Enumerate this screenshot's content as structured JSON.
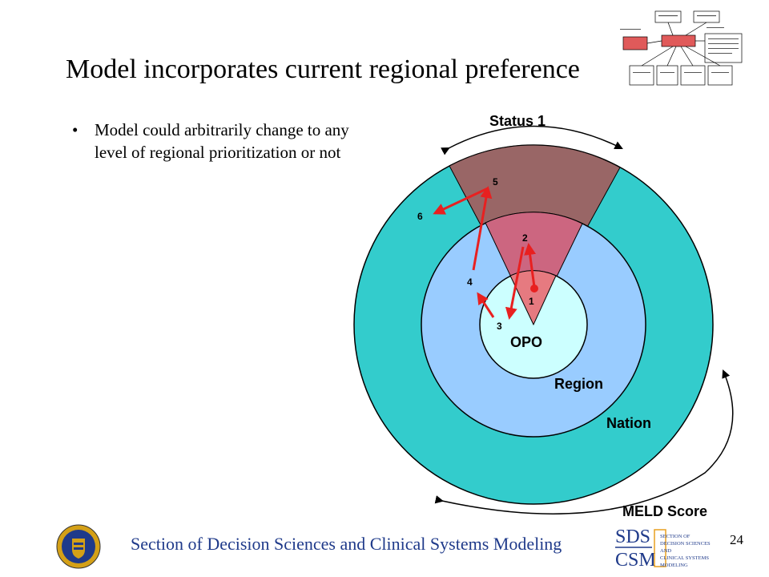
{
  "slide": {
    "title": "Model incorporates current regional preference",
    "bullet_marker": "•",
    "bullet": "Model could arbitrarily change to any level of regional prioritization or not",
    "footer": "Section of Decision Sciences and Clinical Systems Modeling",
    "page_number": "24"
  },
  "diagram": {
    "labels": {
      "status1": "Status 1",
      "opo": "OPO",
      "region": "Region",
      "nation": "Nation",
      "meld": "MELD Score"
    },
    "steps": [
      "1",
      "2",
      "3",
      "4",
      "5",
      "6"
    ],
    "colors": {
      "nation": "#33cccc",
      "region": "#99ccff",
      "opo": "#ccffff",
      "wedge_outer": "#996666",
      "wedge_middle": "#cc6680",
      "wedge_inner": "#e67a80",
      "arrow": "#e82020"
    }
  },
  "logo": {
    "sds_line1": "SDS",
    "sds_line2": "CSM",
    "words": [
      "SECTION OF",
      "DECISION SCIENCES",
      "AND",
      "CLINICAL SYSTEMS",
      "MODELING"
    ]
  }
}
